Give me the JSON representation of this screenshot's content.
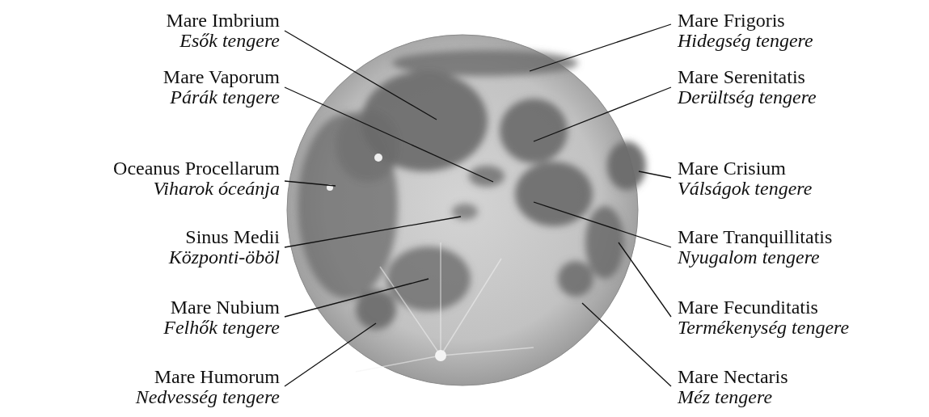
{
  "diagram": {
    "labels": [
      "Mare Imbrium",
      "Esők tengere",
      "Mare Vaporum",
      "Párák tengere",
      "Oceanus Procellarum",
      "Viharok óceánja",
      "Sinus Medii",
      "Központi-öböl",
      "Mare Nubium",
      "Felhők tengere",
      "Mare Humorum",
      "Nedvesség tengere",
      "Mare Frigoris",
      "Hidegség tengere",
      "Mare Serenitatis",
      "Derültség tengere",
      "Mare Crisium",
      "Válságok tengere",
      "Mare Tranquillitatis",
      "Nyugalom tengere",
      "Mare Fecunditatis",
      "Termékenység tengere",
      "Mare Nectaris",
      "Méz tengere"
    ]
  }
}
